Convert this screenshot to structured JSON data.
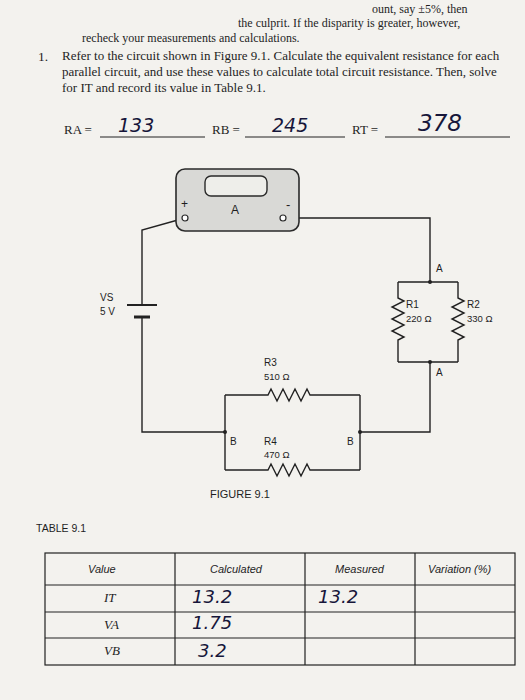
{
  "diagram": {
    "nodes": [
      {
        "text": [
          "A",
          "+",
          "-"
        ]
      }
    ],
    "labels": [
      "ount, say ±5%, then",
      "the culprit. If the disparity is greater, however,",
      "recheck your measurements and calculations.",
      "1.",
      "Refer to the circuit shown in Figure 9.1. Calculate the equivalent resistance for each parallel circuit, and use these values to calculate total circuit resistance. Then, solve for IT and record its value in Table 9.1.",
      "RA =",
      "133",
      "RB =",
      "245",
      "RT =",
      "378",
      "VS",
      "5 V",
      "A",
      "R1",
      "220 Ω",
      "R2",
      "330 Ω",
      "A",
      "R3",
      "510 Ω",
      "B",
      "B",
      "R4",
      "470 Ω",
      "FIGURE 9.1",
      "TABLE 9.1",
      "Value",
      "Calculated",
      "Measured",
      "Variation (%)",
      "IT",
      "13.2",
      "13.2",
      "VA",
      "1.75",
      "VB",
      "3.2"
    ]
  }
}
